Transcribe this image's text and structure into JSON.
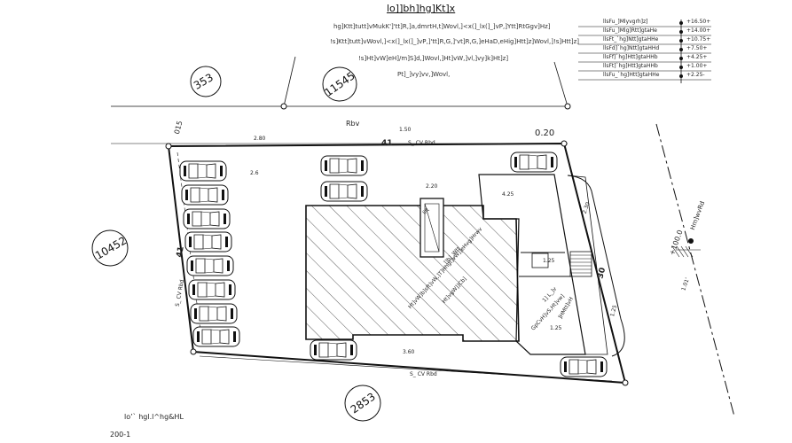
{
  "header": {
    "title": "lo]]bh]hg]Kt]x",
    "notes": [
      "hg]Ktt]tutt]vMukK']'tt]R,]a,dmrtH,t]Wovl,]<x(]_lx(]_]vP,]Ytt]RtGgv]Hz]",
      "!s]Ktt]tutt]vWovl,]<x(]_lx(]_]vP,]'tt]R,G,]'vt]R,G,]eHaD,eHig]Htt]z]Wovl,]!s]Htt]z]",
      "!s]Ht]vW]eH]/m]S]d,]Wovl,]Ht]vW,]vl,]vy]k]Ht]z]",
      "Pt]_]vy]vv,]Wovl,"
    ]
  },
  "legend": [
    {
      "label": "llsFu_]Mlyvgrh]z]",
      "value": "+16.50+"
    },
    {
      "label": "llsFu_]Mlg]Rtt]gtaHe",
      "value": "+14.00+"
    },
    {
      "label": "llsFt_`hg]Ntt]gtaHHe",
      "value": "+10.75+"
    },
    {
      "label": "llsFd]`hg]Ntt]gtaHHd",
      "value": "+7.50+"
    },
    {
      "label": "llsFf]`hg]Htt]gtaHHb",
      "value": "+4.25+"
    },
    {
      "label": "llsFt]`hg]Htt]gtaHHb",
      "value": "+1.00+"
    },
    {
      "label": "llsFu_`hg]Htt]gtaHHe",
      "value": "+2.25-"
    }
  ],
  "plot_numbers": {
    "top_left": "353",
    "top_right": "11545",
    "left": "10452",
    "bottom": "2853"
  },
  "site": {
    "corner_tl": "015",
    "corner_tr": "0.20",
    "road_top": "Rbv",
    "dim_top": "1.50",
    "dim_side": "2.80",
    "dim_left": "2.6",
    "dim_bottom": "3.60",
    "dim_car": "2.20",
    "dim_annex": "4.25",
    "dim_right": "2.30",
    "dim_stair": "1.25",
    "dim_lower": "1.25",
    "label_left": "41",
    "label_top": "41",
    "label_right": "30",
    "road_label": "S_ CV Rbd",
    "road_label_bottom": "S_ CV Rbd",
    "building_note_1": "Ht]vW]b]sft]vW,]T]Hhgt]vW]]eHvg]Hrwv",
    "building_note_2": "]]b]_Wtt",
    "building_note_3": "Ht]vgW]]Cb]",
    "lift": "lift",
    "annex_note_1": "1] L_]v",
    "annex_note_2": "GpCvH]vS,Ht]vw]",
    "annex_note_3": "]HMtt]vH",
    "annex_note_4": "1.25",
    "road_right": "Hm]wvRd",
    "road_right2": "1.01’",
    "road_level": "+100.0"
  },
  "footer": {
    "line1": "lo’` hgl.l^hg&HL",
    "line2": "200-1"
  },
  "colors": {
    "ink": "#111111",
    "hatch": "#333333",
    "paper": "#ffffff"
  }
}
